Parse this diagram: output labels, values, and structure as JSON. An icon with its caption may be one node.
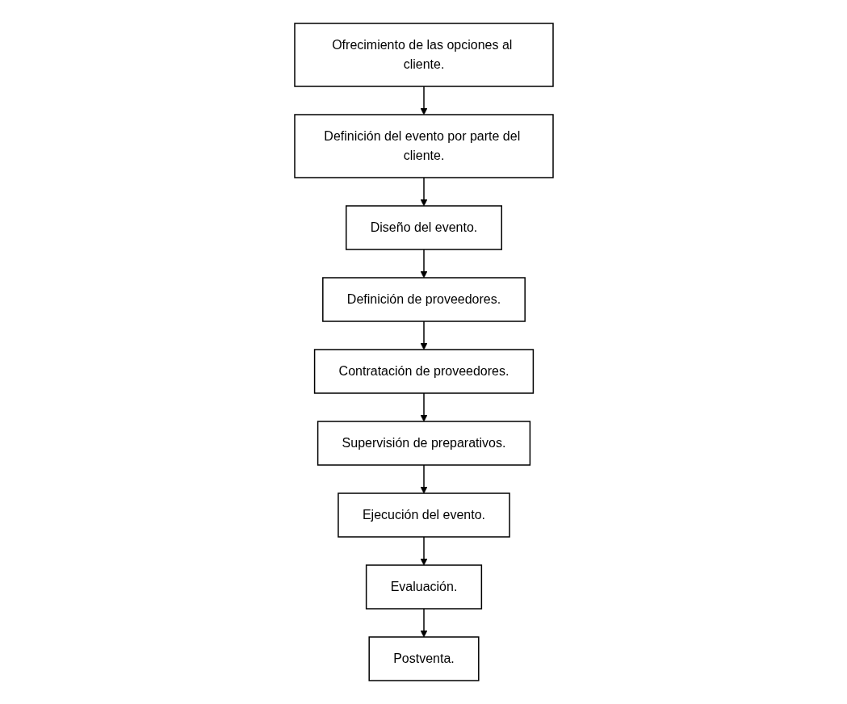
{
  "diagram": {
    "nodes": [
      {
        "text": [
          "Ofrecimiento de las opciones al cliente."
        ]
      },
      {
        "text": [
          "Definición del evento por parte del cliente."
        ]
      },
      {
        "text": [
          "Diseño del evento."
        ]
      },
      {
        "text": [
          "Definición de proveedores."
        ]
      },
      {
        "text": [
          "Contratación de proveedores."
        ]
      },
      {
        "text": [
          "Supervisión de preparativos."
        ]
      },
      {
        "text": [
          "Ejecución del evento."
        ]
      },
      {
        "text": [
          "Evaluación."
        ]
      },
      {
        "text": [
          "Postventa."
        ]
      }
    ],
    "edges": [
      {
        "from": 0,
        "to": 1,
        "arrow": "to"
      },
      {
        "from": 1,
        "to": 2,
        "arrow": "to"
      },
      {
        "from": 2,
        "to": 3,
        "arrow": "to"
      },
      {
        "from": 3,
        "to": 4,
        "arrow": "to"
      },
      {
        "from": 4,
        "to": 5,
        "arrow": "to"
      },
      {
        "from": 5,
        "to": 6,
        "arrow": "to"
      },
      {
        "from": 6,
        "to": 7,
        "arrow": "to"
      },
      {
        "from": 7,
        "to": 8,
        "arrow": "to"
      }
    ]
  }
}
